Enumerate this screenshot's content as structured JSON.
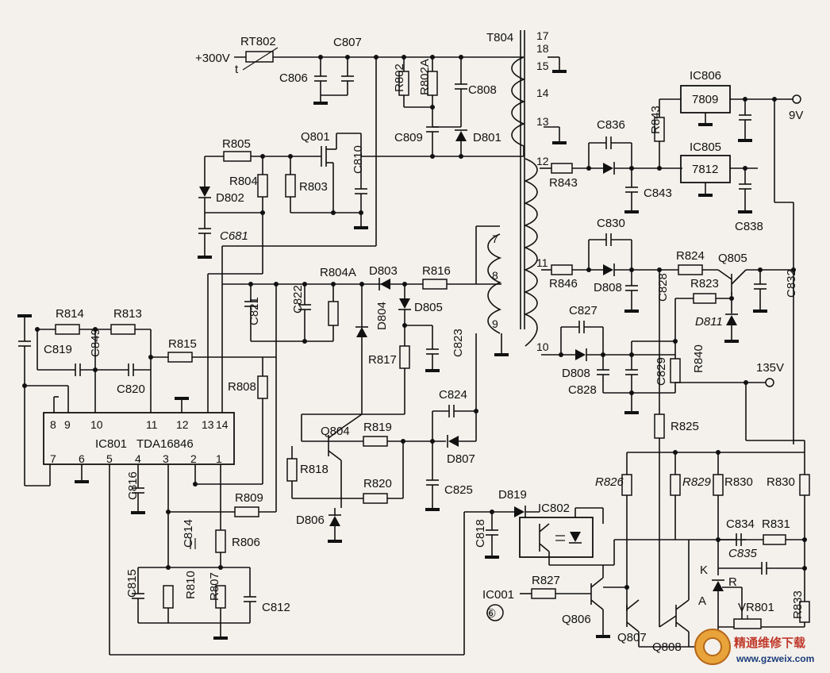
{
  "schematic": {
    "labels": {
      "rt802": "RT802",
      "plus300": "+300V",
      "t": "t",
      "c807": "C807",
      "c806": "C806",
      "t804": "T804",
      "r802": "R802",
      "r802a": "R802A",
      "c808": "C808",
      "c809": "C809",
      "d801": "D801",
      "r805": "R805",
      "q801": "Q801",
      "r804": "R804",
      "r803": "R803",
      "c810": "C810",
      "d802": "D802",
      "c681": "C681",
      "r814": "R814",
      "r813": "R813",
      "c819": "C819",
      "c849": "C849",
      "c820": "C820",
      "r815": "R815",
      "r804a": "R804A",
      "d803": "D803",
      "r816": "R816",
      "c821": "C821",
      "c822": "C822",
      "d805": "D805",
      "d804": "D804",
      "r817": "R817",
      "c823": "C823",
      "r808": "R808",
      "c824": "C824",
      "q804": "Q804",
      "r819": "R819",
      "r818": "R818",
      "d807": "D807",
      "r820": "R820",
      "c825": "C825",
      "r809": "R809",
      "d806": "D806",
      "c816": "C816",
      "c814": "C814",
      "r806": "R806",
      "c815": "C815",
      "r810": "R810",
      "r807": "R807",
      "c812": "C812",
      "ic801": "IC801",
      "tda": "TDA16846",
      "ic806": "IC806",
      "v7809": "7809",
      "v9": "9V",
      "c836": "C836",
      "r843a": "R843",
      "ic805": "IC805",
      "v7812": "7812",
      "r843": "R843",
      "c843": "C843",
      "c838": "C838",
      "c830": "C830",
      "r824": "R824",
      "q805": "Q805",
      "r846": "R846",
      "d808a": "D808",
      "c828a": "C828",
      "r823": "R823",
      "c832": "C832",
      "d811": "D811",
      "c827": "C827",
      "d808": "D808",
      "c828": "C828",
      "c829": "C829",
      "r840": "R840",
      "v135": "135V",
      "r825": "R825",
      "r826": "R826",
      "r829": "R829",
      "r830a": "R830",
      "r830b": "R830",
      "d819": "D819",
      "ic802": "IC802",
      "c818": "C818",
      "c834": "C834",
      "r831": "R831",
      "c835": "C835",
      "k": "K",
      "r": "R",
      "a": "A",
      "ic001": "IC001",
      "r827": "R827",
      "q806": "Q806",
      "q807": "Q807",
      "q808": "Q808",
      "vr801": "VR801",
      "r833": "R833",
      "circ6": "⑥"
    },
    "transformer_pins": [
      "17",
      "18",
      "15",
      "14",
      "13",
      "12",
      "11",
      "8",
      "7",
      "9",
      "10"
    ],
    "ic_pins_top": [
      "8",
      "9",
      "10",
      "11",
      "12",
      "13",
      "14"
    ],
    "ic_pins_bottom": [
      "7",
      "6",
      "4",
      "3",
      "2",
      "1",
      "5"
    ],
    "watermark": {
      "text": "精通维修下载",
      "url": "www.gzweix.com"
    }
  }
}
